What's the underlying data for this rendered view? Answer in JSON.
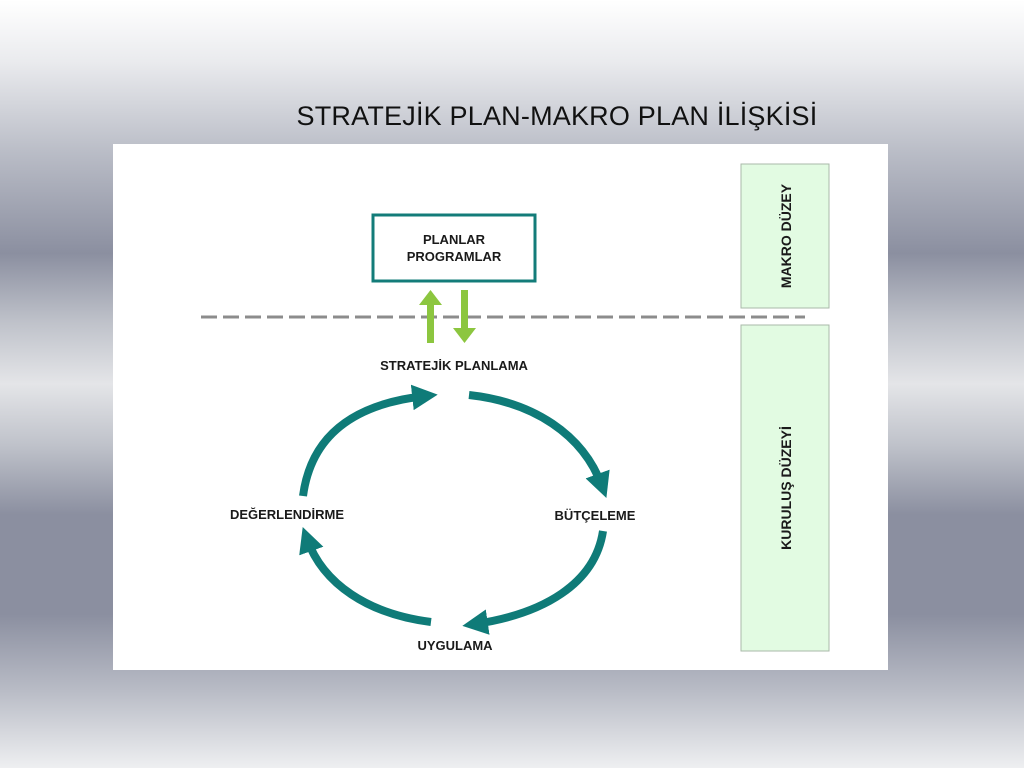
{
  "slide": {
    "title": "STRATEJİK PLAN-MAKRO PLAN İLİŞKİSİ"
  },
  "diagram": {
    "plans_box": {
      "line1": "PLANLAR",
      "line2": "PROGRAMLAR"
    },
    "cycle": {
      "top": "STRATEJİK PLANLAMA",
      "right": "BÜTÇELEME",
      "bottom": "UYGULAMA",
      "left": "DEĞERLENDİRME"
    },
    "levels": {
      "macro": "MAKRO DÜZEY",
      "institution": "KURULUŞ DÜZEYİ"
    },
    "colors": {
      "cycle_arrow": "#0f7b78",
      "box_border": "#137c79",
      "exchange_arrow": "#8cc63f",
      "level_fill": "#e2fbe2",
      "level_border": "#a9b9a9",
      "divider": "#8c8c8c"
    }
  }
}
